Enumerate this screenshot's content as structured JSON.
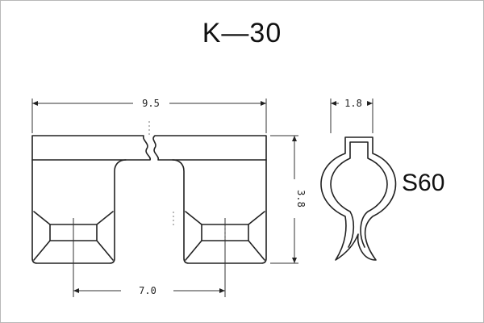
{
  "title": "K—30",
  "dimensions": {
    "width_overall": "9.5",
    "pitch": "7.0",
    "height": "3.8",
    "thickness": "1.8"
  },
  "side_label": "S60"
}
